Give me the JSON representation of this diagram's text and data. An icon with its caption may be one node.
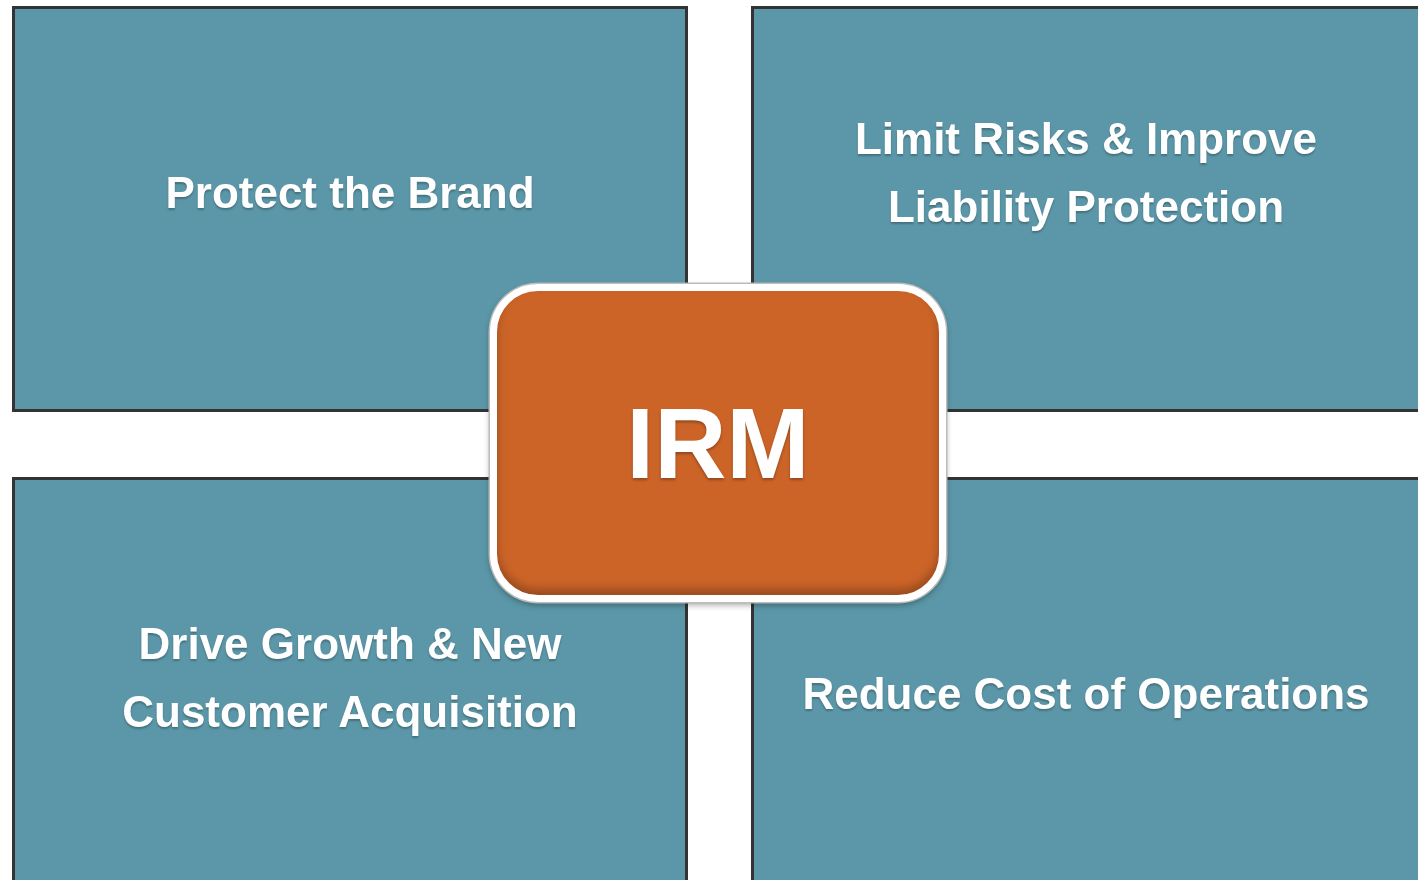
{
  "diagram": {
    "nodes": [
      {
        "text": [
          "Protect the Brand"
        ]
      },
      {
        "text": [
          "Limit Risks & Improve Liability Protection"
        ]
      },
      {
        "text": [
          "IRM"
        ]
      },
      {
        "text": [
          "Drive Growth & New Customer Acquisition"
        ]
      },
      {
        "text": [
          "Reduce Cost of Operations"
        ]
      }
    ]
  }
}
